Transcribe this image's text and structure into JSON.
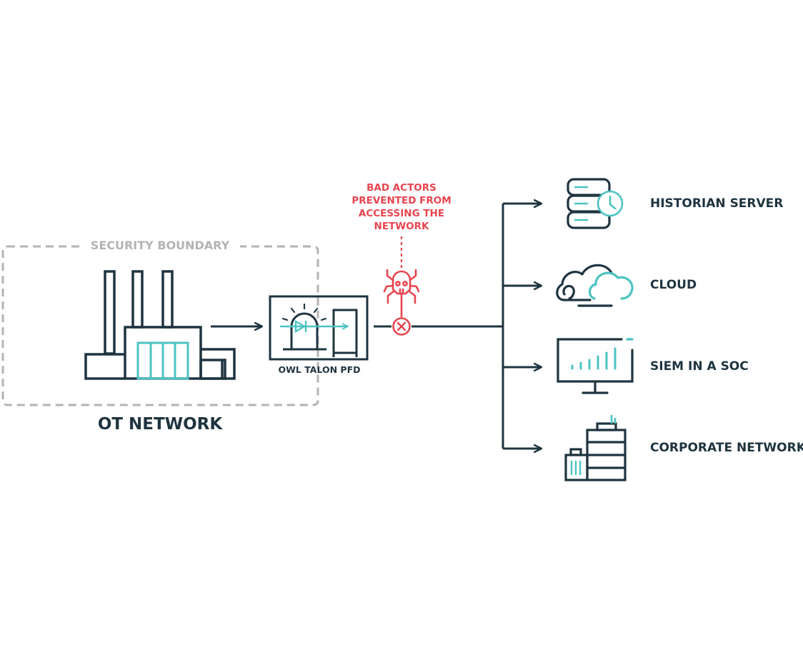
{
  "boundary": {
    "label": "SECURITY BOUNDARY"
  },
  "ot_network": {
    "label": "OT NETWORK",
    "icon": "factory-icon"
  },
  "device": {
    "label": "OWL TALON PFD",
    "icon": "data-diode-icon"
  },
  "threat": {
    "label": "BAD ACTORS PREVENTED FROM ACCESSING THE NETWORK",
    "icon": "skull-spider-icon",
    "blocked_icon": "x-circle-icon"
  },
  "destinations": [
    {
      "label": "HISTORIAN SERVER",
      "icon": "server-clock-icon"
    },
    {
      "label": "CLOUD",
      "icon": "cloud-icon"
    },
    {
      "label": "SIEM IN A SOC",
      "icon": "monitor-chart-icon"
    },
    {
      "label": "CORPORATE NETWORK",
      "icon": "office-building-icon"
    }
  ],
  "colors": {
    "navy": "#1f3440",
    "teal": "#4cc3c3",
    "red": "#e8454f",
    "grey": "#b3b3b3"
  }
}
